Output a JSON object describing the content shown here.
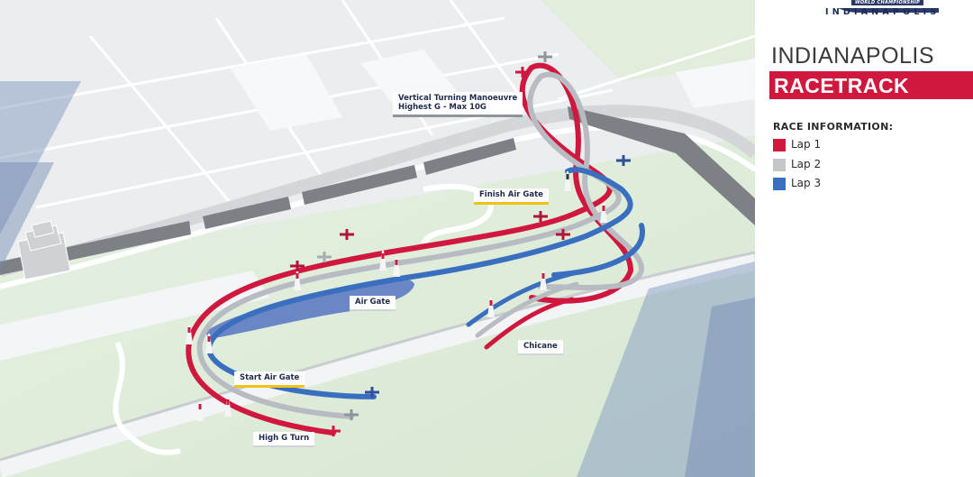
{
  "header": {
    "logo_subtitle": "WORLD CHAMPIONSHIP",
    "logo_city": "INDIANAPOLIS"
  },
  "venue": {
    "title": "INDIANAPOLIS",
    "subtitle": "RACETRACK"
  },
  "legend": {
    "title": "RACE INFORMATION:",
    "items": [
      {
        "label": "Lap 1",
        "color": "#d0183f"
      },
      {
        "label": "Lap 2",
        "color": "#c4c6c8"
      },
      {
        "label": "Lap 3",
        "color": "#3a6fbf"
      }
    ]
  },
  "map": {
    "callouts": {
      "vertical_turn_line1": "Vertical Turning Manoeuvre",
      "vertical_turn_line2": "Highest G - Max 10G",
      "finish_gate": "Finish Air Gate",
      "air_gate": "Air Gate",
      "chicane": "Chicane",
      "start_gate": "Start Air Gate",
      "high_g_turn": "High G Turn"
    },
    "colors": {
      "lap1": "#d0183f",
      "lap2": "#b8bcc2",
      "lap3": "#3a6fbf",
      "grass": "#dfeedb",
      "pavement": "#eef0f2",
      "grandstand": "#7d8186",
      "water": "#6a86c4"
    }
  }
}
